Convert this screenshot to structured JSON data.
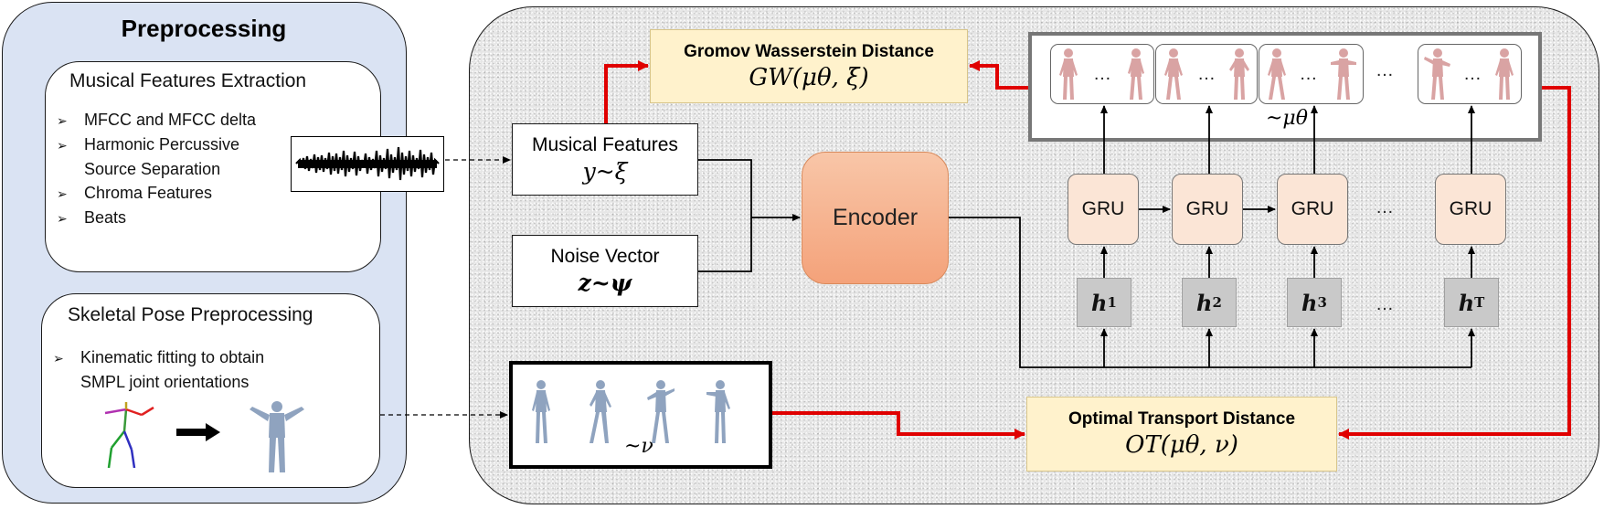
{
  "preprocessing": {
    "title": "Preprocessing",
    "musical_features_extraction": {
      "title": "Musical Features Extraction",
      "items": [
        "MFCC and MFCC delta",
        "Harmonic Percussive",
        "Source Separation",
        "Chroma Features",
        "Beats"
      ]
    },
    "skeletal_pose": {
      "title": "Skeletal Pose Preprocessing",
      "items": [
        "Kinematic fitting to obtain",
        "SMPL joint orientations"
      ]
    }
  },
  "model": {
    "musical_features": {
      "label": "Musical Features",
      "math": "y~ξ"
    },
    "noise_vector": {
      "label": "Noise Vector",
      "math": "z~ψ"
    },
    "encoder": {
      "label": "Encoder"
    },
    "gru_label": "GRU",
    "gru_count": 4,
    "ellipsis": "…",
    "hidden": [
      {
        "base": "h",
        "sub": "1"
      },
      {
        "base": "h",
        "sub": "2"
      },
      {
        "base": "h",
        "sub": "3"
      },
      {
        "base": "h",
        "sub": "T"
      }
    ],
    "generated_dist": "~μθ",
    "real_dist": "~ν",
    "gw_distance": {
      "title": "Gromov Wasserstein Distance",
      "math": "GW(μθ, ξ)"
    },
    "ot_distance": {
      "title": "Optimal Transport Distance",
      "math": "OT(μθ, ν)"
    }
  },
  "colors": {
    "preprocessing_bg": "#dae3f3",
    "distance_box_bg": "#fff2cc",
    "encoder_bg": "#f4b183",
    "gru_bg": "#fbe5d6",
    "hidden_bg": "#c9c9c9",
    "red_arrow": "#e00000",
    "generated_pose": "#d9a3a3",
    "real_pose": "#8fa3bf"
  },
  "icons": [
    "waveform-icon",
    "skeleton-icon",
    "body-mesh-icon",
    "dancer-pose-icon"
  ]
}
